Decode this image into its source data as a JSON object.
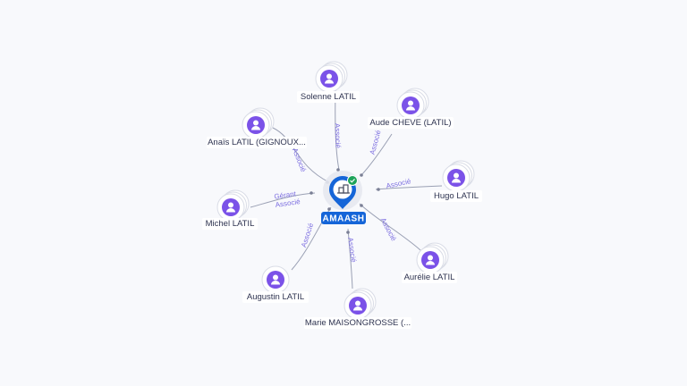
{
  "center": {
    "name": "AMAASH",
    "icon": "company-icon",
    "badge_icon": "verified-check-icon",
    "accent": "#1565d8",
    "badge_color": "#1ea35a"
  },
  "colors": {
    "person": "#7b52e8",
    "edge_label": "#7c6ee0",
    "edge": "#9aa0b4"
  },
  "nodes": [
    {
      "id": "solenne",
      "name": "Solenne LATIL",
      "stacked": true,
      "relations": [
        "Associé"
      ]
    },
    {
      "id": "aude",
      "name": "Aude CHEVE (LATIL)",
      "stacked": true,
      "relations": [
        "Associé"
      ]
    },
    {
      "id": "anais",
      "name": "Anaïs LATIL (GIGNOUX...",
      "stacked": true,
      "relations": [
        "Associé"
      ]
    },
    {
      "id": "hugo",
      "name": "Hugo LATIL",
      "stacked": true,
      "relations": [
        "Associé"
      ]
    },
    {
      "id": "michel",
      "name": "Michel LATIL",
      "stacked": true,
      "relations": [
        "Gérant",
        "Associé"
      ]
    },
    {
      "id": "aurelie",
      "name": "Aurélie LATIL",
      "stacked": true,
      "relations": [
        "Associé"
      ]
    },
    {
      "id": "augustin",
      "name": "Augustin LATIL",
      "stacked": false,
      "relations": [
        "Associé"
      ]
    },
    {
      "id": "marie",
      "name": "Marie MAISONGROSSE (...",
      "stacked": true,
      "relations": [
        "Associé"
      ]
    }
  ]
}
